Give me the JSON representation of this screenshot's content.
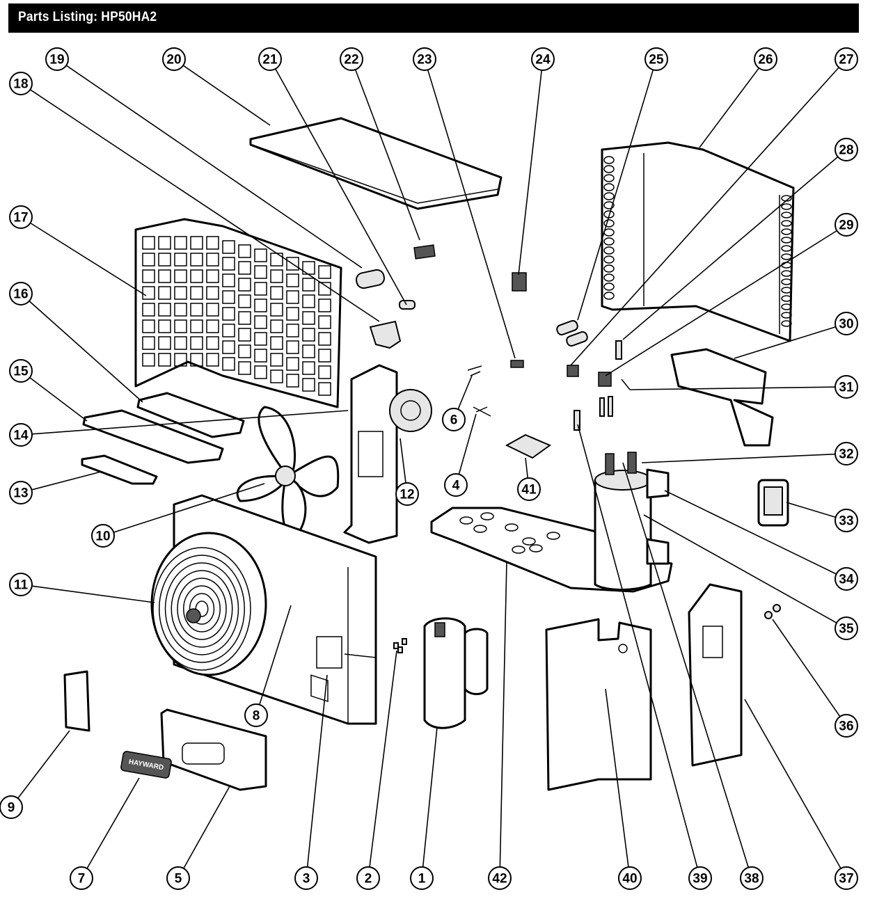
{
  "header": {
    "title": "Parts Listing: HP50HA2"
  },
  "callouts": [
    {
      "label": "1"
    },
    {
      "label": "2"
    },
    {
      "label": "3"
    },
    {
      "label": "4"
    },
    {
      "label": "5"
    },
    {
      "label": "6"
    },
    {
      "label": "7"
    },
    {
      "label": "8"
    },
    {
      "label": "9"
    },
    {
      "label": "10"
    },
    {
      "label": "11"
    },
    {
      "label": "12"
    },
    {
      "label": "13"
    },
    {
      "label": "14"
    },
    {
      "label": "15"
    },
    {
      "label": "16"
    },
    {
      "label": "17"
    },
    {
      "label": "18"
    },
    {
      "label": "19"
    },
    {
      "label": "20"
    },
    {
      "label": "21"
    },
    {
      "label": "22"
    },
    {
      "label": "23"
    },
    {
      "label": "24"
    },
    {
      "label": "25"
    },
    {
      "label": "26"
    },
    {
      "label": "27"
    },
    {
      "label": "28"
    },
    {
      "label": "29"
    },
    {
      "label": "30"
    },
    {
      "label": "31"
    },
    {
      "label": "32"
    },
    {
      "label": "33"
    },
    {
      "label": "34"
    },
    {
      "label": "35"
    },
    {
      "label": "36"
    },
    {
      "label": "37"
    },
    {
      "label": "38"
    },
    {
      "label": "39"
    },
    {
      "label": "40"
    },
    {
      "label": "41"
    },
    {
      "label": "42"
    }
  ],
  "logo": {
    "text": "HAYWARD"
  }
}
